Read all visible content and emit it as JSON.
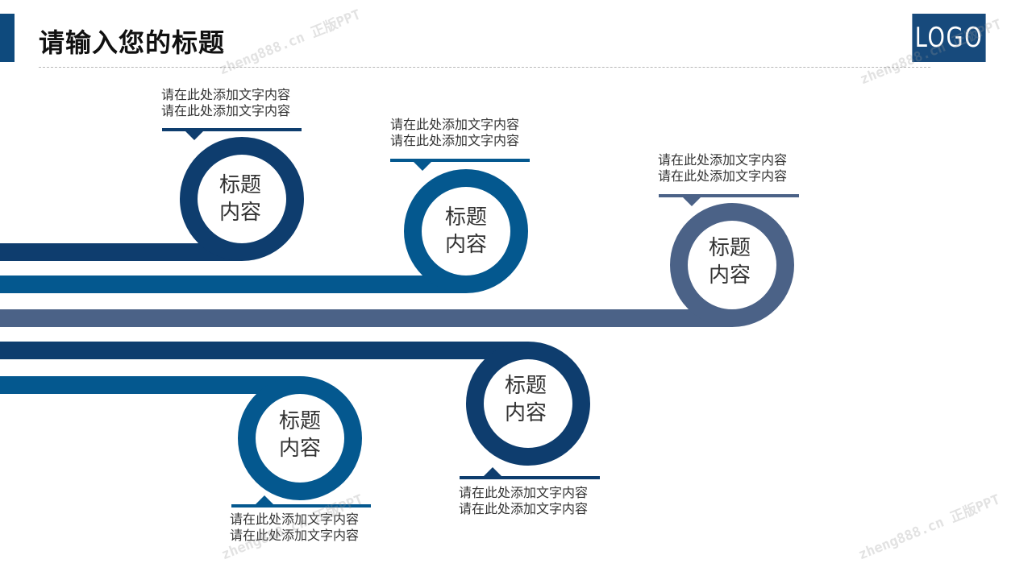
{
  "header": {
    "title": "请输入您的标题",
    "logo_text": "LOGO"
  },
  "colors": {
    "accent": "#0e4a7d",
    "navy": "#0e3d6e",
    "blue": "#04588f",
    "slate": "#4b6287"
  },
  "nodes": [
    {
      "label_line1": "标题",
      "label_line2": "内容",
      "desc_line1": "请在此处添加文字内容",
      "desc_line2": "请在此处添加文字内容"
    },
    {
      "label_line1": "标题",
      "label_line2": "内容",
      "desc_line1": "请在此处添加文字内容",
      "desc_line2": "请在此处添加文字内容"
    },
    {
      "label_line1": "标题",
      "label_line2": "内容",
      "desc_line1": "请在此处添加文字内容",
      "desc_line2": "请在此处添加文字内容"
    },
    {
      "label_line1": "标题",
      "label_line2": "内容",
      "desc_line1": "请在此处添加文字内容",
      "desc_line2": "请在此处添加文字内容"
    },
    {
      "label_line1": "标题",
      "label_line2": "内容",
      "desc_line1": "请在此处添加文字内容",
      "desc_line2": "请在此处添加文字内容"
    }
  ],
  "watermark": {
    "text": "zheng888.cn 正版PPT"
  }
}
